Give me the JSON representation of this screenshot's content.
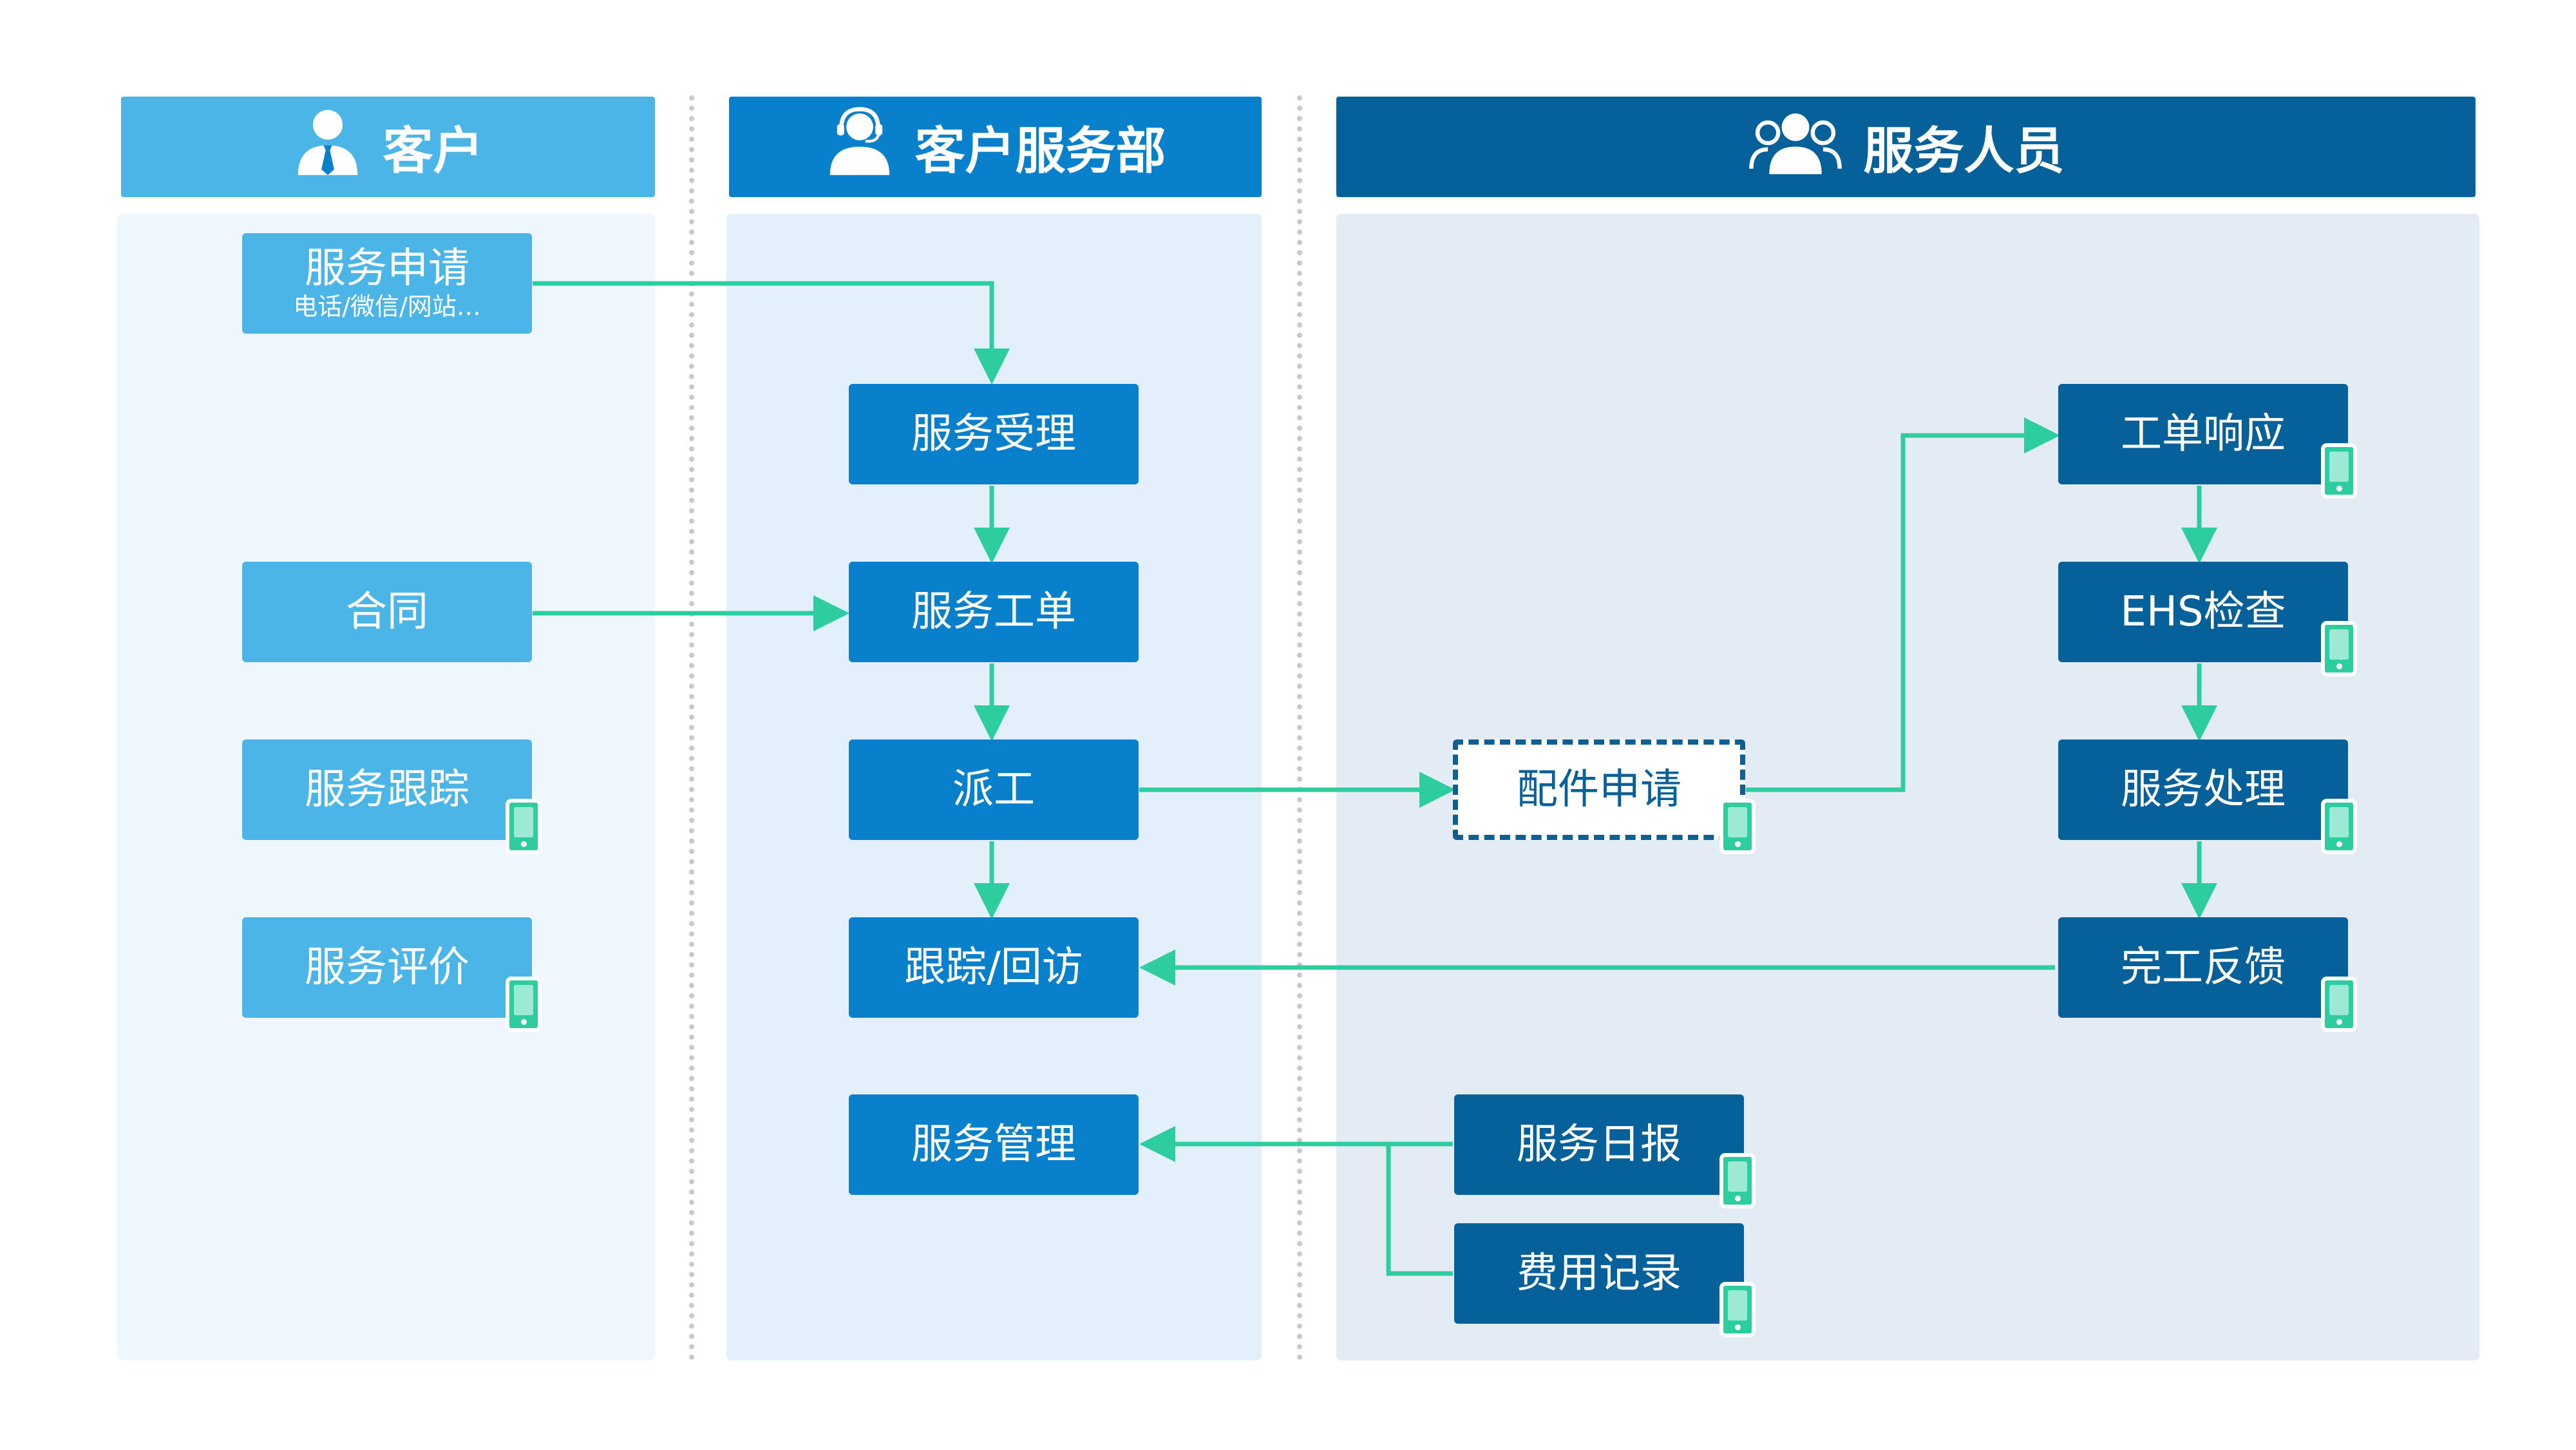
{
  "lanes": {
    "customer": {
      "title": "客户",
      "icon": "user-tie-icon"
    },
    "service_dept": {
      "title": "客户服务部",
      "icon": "headset-agent-icon"
    },
    "staff": {
      "title": "服务人员",
      "icon": "user-group-icon"
    }
  },
  "nodes": {
    "service_request": {
      "label": "服务申请",
      "sub": "电话/微信/网站…",
      "mobile": false
    },
    "contract": {
      "label": "合同",
      "mobile": false
    },
    "service_tracking": {
      "label": "服务跟踪",
      "mobile": true
    },
    "service_evaluation": {
      "label": "服务评价",
      "mobile": true
    },
    "service_acceptance": {
      "label": "服务受理",
      "mobile": false
    },
    "service_work_order": {
      "label": "服务工单",
      "mobile": false
    },
    "dispatch": {
      "label": "派工",
      "mobile": false
    },
    "tracking_followup": {
      "label": "跟踪/回访",
      "mobile": false
    },
    "service_management": {
      "label": "服务管理",
      "mobile": false
    },
    "parts_request": {
      "label": "配件申请",
      "mobile": true
    },
    "work_order_response": {
      "label": "工单响应",
      "mobile": true
    },
    "ehs_check": {
      "label": "EHS检查",
      "mobile": true
    },
    "service_handling": {
      "label": "服务处理",
      "mobile": true
    },
    "completion_feedback": {
      "label": "完工反馈",
      "mobile": true
    },
    "service_daily_report": {
      "label": "服务日报",
      "mobile": true
    },
    "expense_record": {
      "label": "费用记录",
      "mobile": true
    }
  },
  "mobile_badge_icon": "mobile-phone-icon",
  "colors": {
    "customer": "#4cb5e8",
    "service_dept": "#0880cc",
    "staff": "#06609a",
    "arrow": "#2ecda0"
  }
}
